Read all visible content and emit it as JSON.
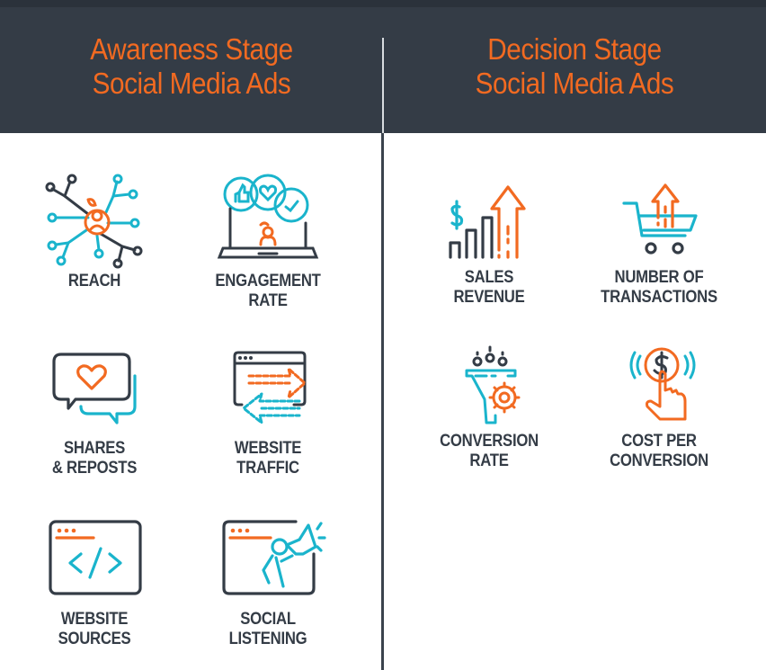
{
  "header": {
    "left_title_line1": "Awareness Stage",
    "left_title_line2": "Social Media Ads",
    "right_title_line1": "Decision Stage",
    "right_title_line2": "Social Media Ads"
  },
  "colors": {
    "header_bg": "#343c46",
    "title_orange": "#f26a21",
    "icon_teal": "#1ab4cc",
    "icon_orange": "#f26a21",
    "icon_dark": "#343c46"
  },
  "awareness": {
    "items": [
      {
        "icon": "network-person-icon",
        "line1": "REACH",
        "line2": ""
      },
      {
        "icon": "laptop-engagement-icon",
        "line1": "ENGAGEMENT",
        "line2": "RATE"
      },
      {
        "icon": "chat-heart-icon",
        "line1": "SHARES",
        "line2": "& REPOSTS"
      },
      {
        "icon": "browser-arrows-icon",
        "line1": "WEBSITE",
        "line2": "TRAFFIC"
      },
      {
        "icon": "browser-code-icon",
        "line1": "WEBSITE",
        "line2": "SOURCES"
      },
      {
        "icon": "browser-megaphone-icon",
        "line1": "SOCIAL",
        "line2": "LISTENING"
      }
    ]
  },
  "decision": {
    "items": [
      {
        "icon": "revenue-chart-icon",
        "line1": "SALES",
        "line2": "REVENUE"
      },
      {
        "icon": "cart-arrow-icon",
        "line1": "NUMBER OF",
        "line2": "TRANSACTIONS"
      },
      {
        "icon": "funnel-gear-icon",
        "line1": "CONVERSION",
        "line2": "RATE"
      },
      {
        "icon": "hand-coin-icon",
        "line1": "COST PER",
        "line2": "CONVERSION"
      }
    ]
  }
}
